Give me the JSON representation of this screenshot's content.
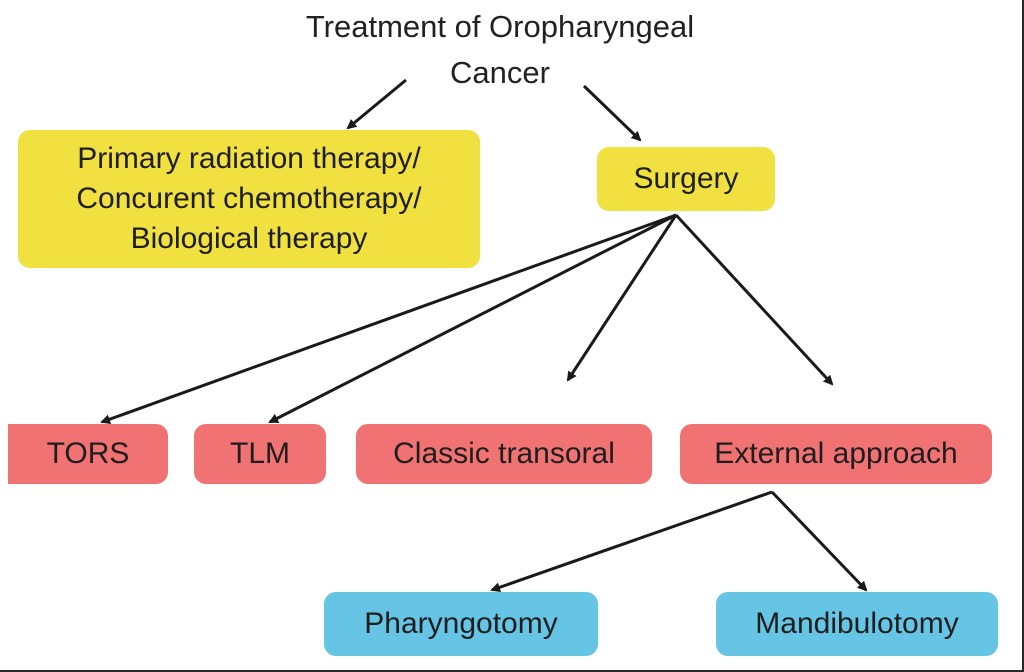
{
  "title": {
    "line1": "Treatment of Oropharyngeal",
    "line2": "Cancer"
  },
  "nodes": {
    "primary": {
      "line1": "Primary radiation therapy/",
      "line2": "Concurent chemotherapy/",
      "line3": "Biological therapy"
    },
    "surgery": "Surgery",
    "tors": "TORS",
    "tlm": "TLM",
    "classic_transoral": "Classic transoral",
    "external_approach": "External approach",
    "pharyngotomy": "Pharyngotomy",
    "mandibulotomy": "Mandibulotomy"
  },
  "colors": {
    "yellow": "#f0e040",
    "red": "#f07272",
    "blue": "#66c4e4",
    "arrow": "#1a1a1a"
  }
}
